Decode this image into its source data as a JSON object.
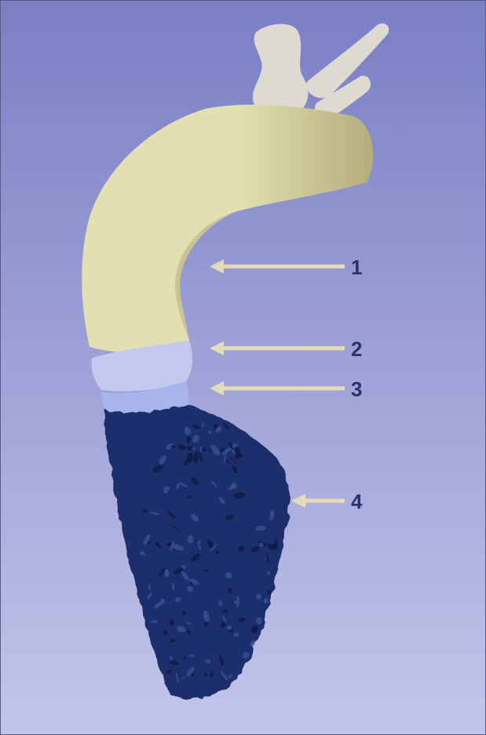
{
  "scene": {
    "colors": {
      "background_top": "#7a7fc4",
      "background_bottom": "#c3c5ea",
      "aorta": "#e3dfb2",
      "aorta_shadow": "#b4ad7c",
      "branches": "#dedad2",
      "band_upper": "#c4c9f0",
      "band_lower": "#a8b4ee",
      "ventricle": "#1d2f6c",
      "ventricle_dark": "#0f1a44",
      "arrow": "#e4dbb9",
      "label_text": "#2a326a"
    }
  },
  "annotations": [
    {
      "id": "1",
      "text": "1"
    },
    {
      "id": "2",
      "text": "2"
    },
    {
      "id": "3",
      "text": "3"
    },
    {
      "id": "4",
      "text": "4"
    }
  ]
}
